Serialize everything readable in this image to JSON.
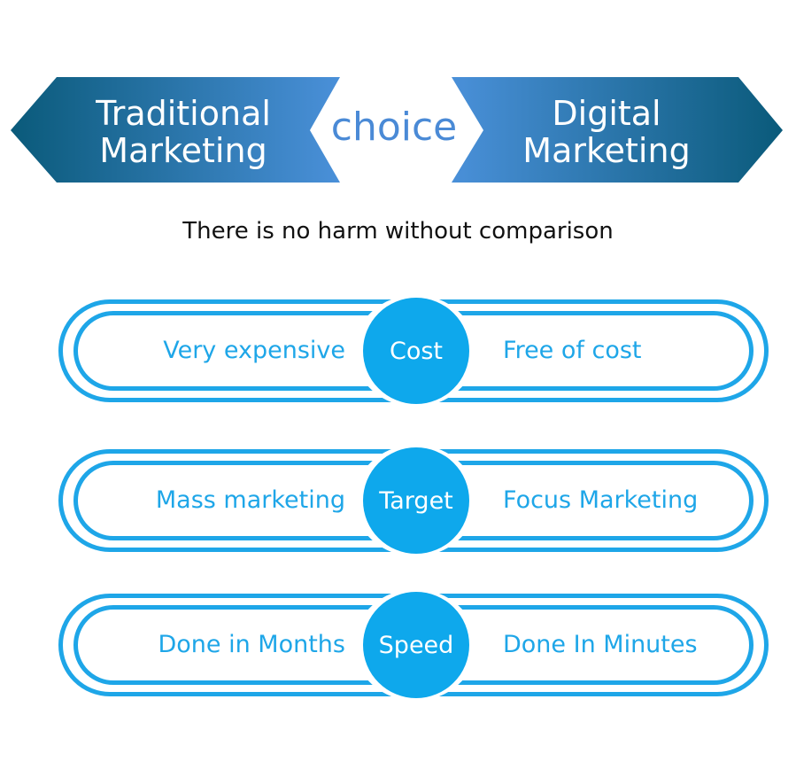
{
  "header": {
    "left_banner": {
      "line1": "Traditional",
      "line2": "Marketing"
    },
    "center_word": "choice",
    "right_banner": {
      "line1": "Digital",
      "line2": "Marketing"
    }
  },
  "subtitle": "There is no harm without comparison",
  "rows": [
    {
      "left": "Very expensive",
      "center": "Cost",
      "right": "Free of cost"
    },
    {
      "left": "Mass marketing",
      "center": "Target",
      "right": "Focus Marketing"
    },
    {
      "left": "Done in Months",
      "center": "Speed",
      "right": "Done In Minutes"
    }
  ],
  "colors": {
    "banner_dark": "#0a5a7a",
    "banner_light": "#4a90d9",
    "accent_blue": "#1ea6e8",
    "circle_fill": "#0ea8ec",
    "choice_text": "#4a8ad6"
  }
}
